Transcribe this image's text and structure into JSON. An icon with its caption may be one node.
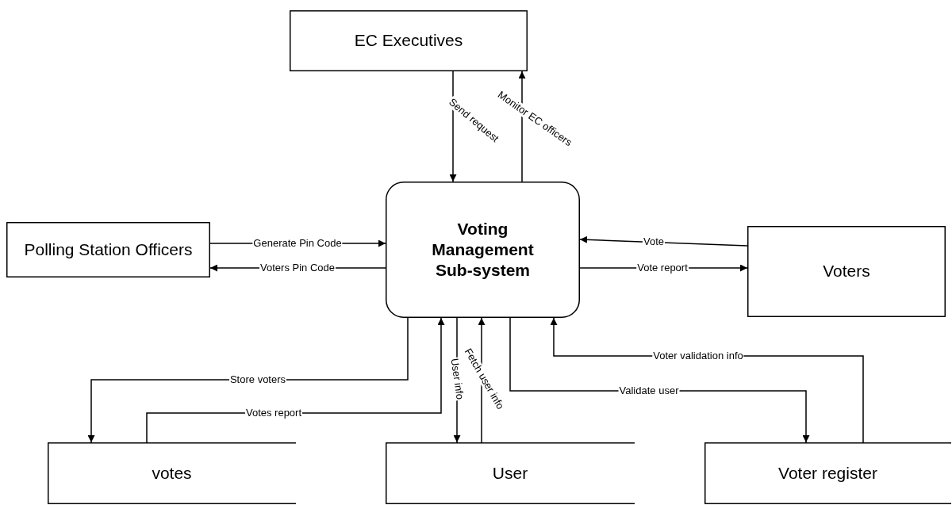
{
  "diagram": {
    "nodes": [
      {
        "text": [
          "EC Executives"
        ]
      },
      {
        "text": [
          "Voting Management Sub-system"
        ]
      },
      {
        "text": [
          "Polling Station Officers"
        ]
      },
      {
        "text": [
          "Voters"
        ]
      },
      {
        "text": [
          "votes"
        ]
      },
      {
        "text": [
          "User"
        ]
      },
      {
        "text": [
          "Voter register"
        ]
      }
    ],
    "edges": [
      {
        "from": 0,
        "to": 1,
        "arrow": "to",
        "label": "Send request"
      },
      {
        "from": 1,
        "to": 0,
        "arrow": "to",
        "label": "Monitor EC officers"
      },
      {
        "from": 2,
        "to": 1,
        "arrow": "to",
        "label": "Generate Pin Code"
      },
      {
        "from": 1,
        "to": 2,
        "arrow": "to",
        "label": "Voters Pin Code"
      },
      {
        "from": 3,
        "to": 1,
        "arrow": "to",
        "label": "Vote"
      },
      {
        "from": 1,
        "to": 3,
        "arrow": "to",
        "label": "Vote report"
      },
      {
        "from": 1,
        "to": 4,
        "arrow": "to",
        "label": "Store voters"
      },
      {
        "from": 4,
        "to": 1,
        "arrow": "to",
        "label": "Votes report"
      },
      {
        "from": 1,
        "to": 5,
        "arrow": "to",
        "label": "User info"
      },
      {
        "from": 5,
        "to": 1,
        "arrow": "to",
        "label": "Fetch user info"
      },
      {
        "from": 1,
        "to": 6,
        "arrow": "to",
        "label": "Validate user"
      },
      {
        "from": 6,
        "to": 1,
        "arrow": "to",
        "label": "Voter validation info"
      }
    ]
  }
}
